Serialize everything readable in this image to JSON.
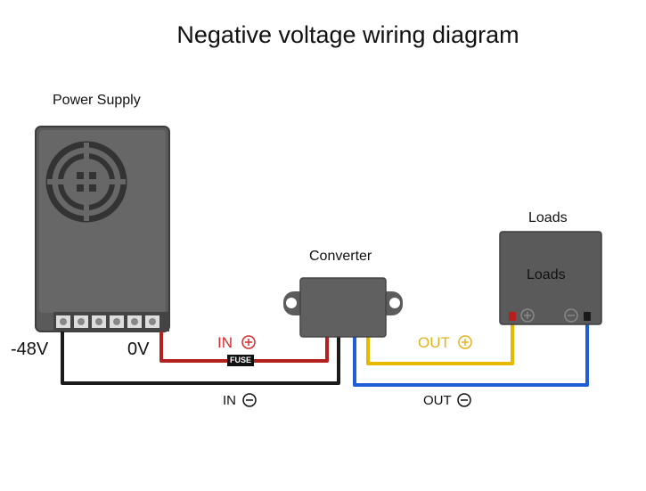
{
  "title": "Negative voltage wiring diagram",
  "power_supply": {
    "label": "Power Supply",
    "neg_terminal": "-48V",
    "zero_terminal": "0V"
  },
  "converter": {
    "label": "Converter"
  },
  "loads": {
    "label_above": "Loads",
    "label_inside": "Loads"
  },
  "wires": {
    "in_plus": "IN",
    "in_minus": "IN",
    "out_plus": "OUT",
    "out_minus": "OUT",
    "fuse": "FUSE"
  },
  "colors": {
    "red_wire": "#b3201e",
    "black_wire": "#1a1a1a",
    "yellow_wire": "#e6b800",
    "blue_wire": "#1f5fd6",
    "box_gray": "#555555",
    "in_plus_text": "#d92a2a",
    "out_plus_text": "#e3b21b"
  }
}
